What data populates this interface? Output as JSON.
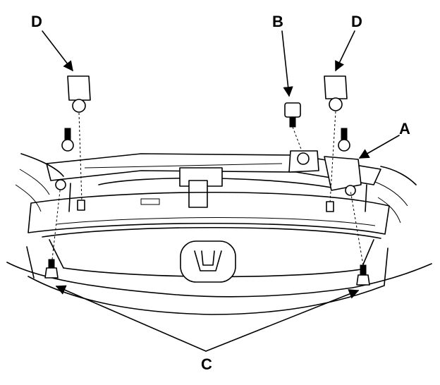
{
  "callouts": {
    "a": "A",
    "b": "B",
    "c": "C",
    "d_left": "D",
    "d_right": "D"
  }
}
